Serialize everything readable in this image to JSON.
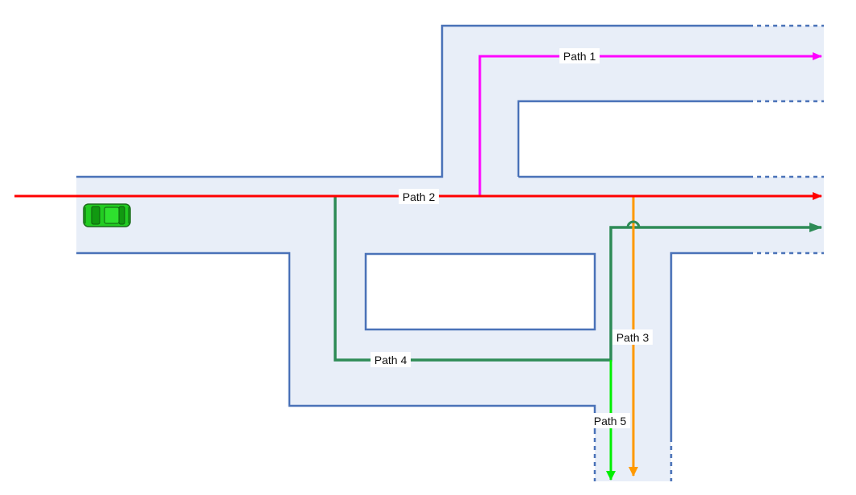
{
  "colors": {
    "road_fill": "#e8eef8",
    "road_border": "#4a72b8",
    "path1": "#ff00ff",
    "path2": "#ff0000",
    "path3": "#ff9900",
    "path4": "#2e8b57",
    "path5": "#00ee00",
    "car_body": "#22cc22",
    "car_outline": "#1a6b1a"
  },
  "paths": {
    "path1": {
      "label": "Path 1"
    },
    "path2": {
      "label": "Path 2"
    },
    "path3": {
      "label": "Path 3"
    },
    "path4": {
      "label": "Path 4"
    },
    "path5": {
      "label": "Path 5"
    }
  },
  "icons": {
    "vehicle": "car-icon"
  }
}
